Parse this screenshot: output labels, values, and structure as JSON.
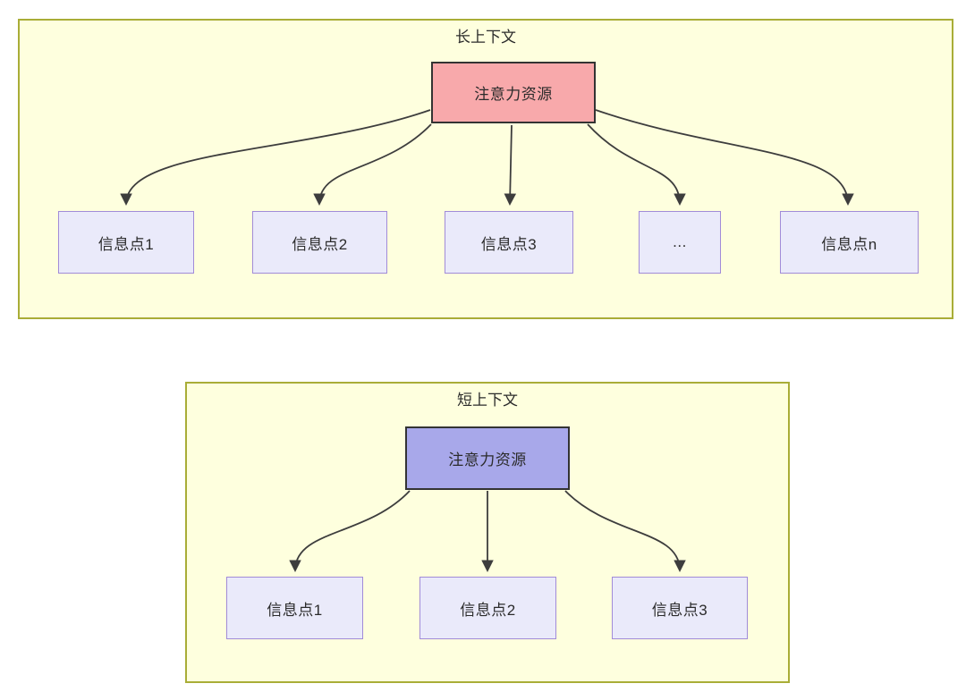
{
  "sections": [
    {
      "title": "长上下文",
      "source": {
        "label": "注意力资源",
        "fill": "#f8a9ab",
        "border": "#333333"
      },
      "targets": [
        {
          "label": "信息点1"
        },
        {
          "label": "信息点2"
        },
        {
          "label": "信息点3"
        },
        {
          "label": "..."
        },
        {
          "label": "信息点n"
        }
      ]
    },
    {
      "title": "短上下文",
      "source": {
        "label": "注意力资源",
        "fill": "#a8a8ea",
        "border": "#333333"
      },
      "targets": [
        {
          "label": "信息点1"
        },
        {
          "label": "信息点2"
        },
        {
          "label": "信息点3"
        }
      ]
    }
  ],
  "colors": {
    "container_fill": "#feffde",
    "container_border": "#a9ad37",
    "target_fill": "#eaeafa",
    "target_border": "#a18bd8",
    "arrow": "#3d3d3d",
    "text": "#2b2b2b",
    "page_background": "#ffffff"
  }
}
